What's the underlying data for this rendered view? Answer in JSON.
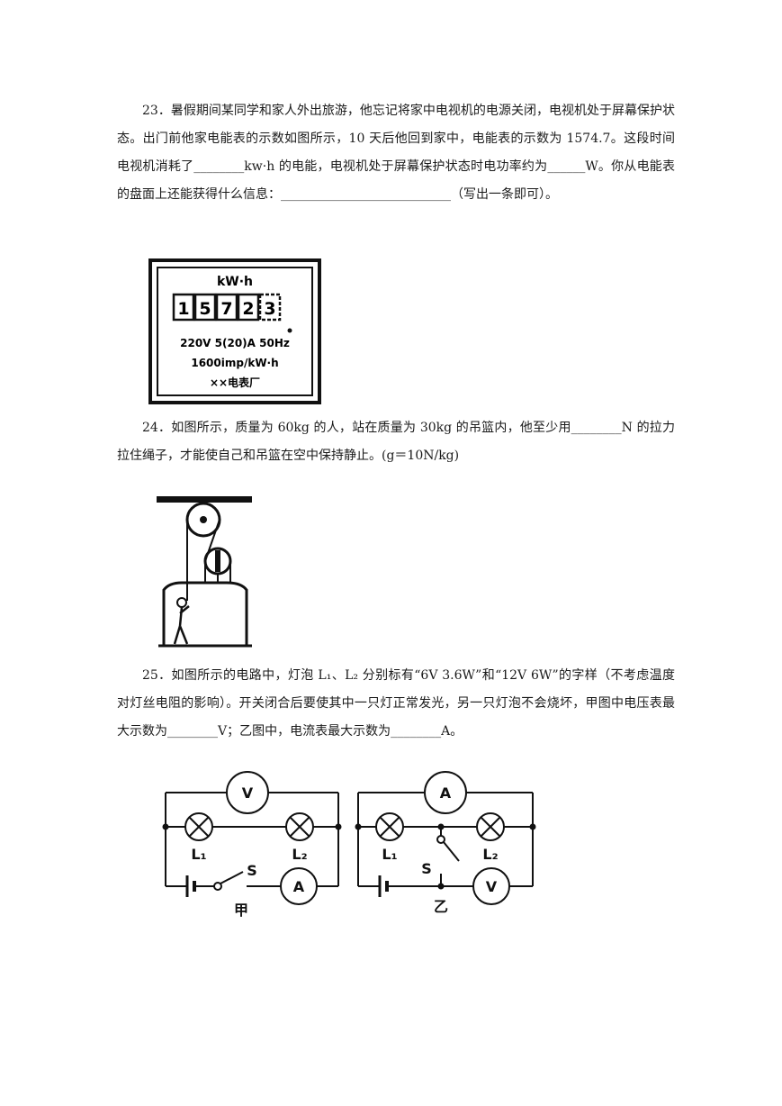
{
  "q23": {
    "text": "23．暑假期间某同学和家人外出旅游，他忘记将家中电视机的电源关闭，电视机处于屏幕保护状态。出门前他家电能表的示数如图所示，10 天后他回到家中，电能表的示数为 1574.7。这段时间电视机消耗了________kw·h 的电能，电视机处于屏幕保护状态时电功率约为______W。你从电能表的盘面上还能获得什么信息：___________________________（写出一条即可）。",
    "meter": {
      "unit": "kW·h",
      "digits": [
        "1",
        "5",
        "7",
        "2",
        "3"
      ],
      "rating": "220V 5(20)A 50Hz",
      "imp": "1600imp/kW·h",
      "maker": "××电表厂"
    }
  },
  "q24": {
    "text": "24．如图所示，质量为 60kg 的人，站在质量为 30kg 的吊篮内，他至少用________N 的拉力拉住绳子，才能使自己和吊篮在空中保持静止。(g＝10N/kg)"
  },
  "q25": {
    "text": "25．如图所示的电路中，灯泡 L₁、L₂ 分别标有“6V 3.6W”和“12V 6W”的字样（不考虑温度对灯丝电阻的影响）。开关闭合后要使其中一只灯正常发光，另一只灯泡不会烧坏，甲图中电压表最大示数为________V；乙图中，电流表最大示数为________A。",
    "circuit_a": {
      "caption": "甲",
      "voltmeter": "V",
      "ammeter": "A",
      "lamp1": "L₁",
      "lamp2": "L₂",
      "switch": "S"
    },
    "circuit_b": {
      "caption": "乙",
      "voltmeter": "V",
      "ammeter": "A",
      "lamp1": "L₁",
      "lamp2": "L₂",
      "switch": "S"
    }
  }
}
